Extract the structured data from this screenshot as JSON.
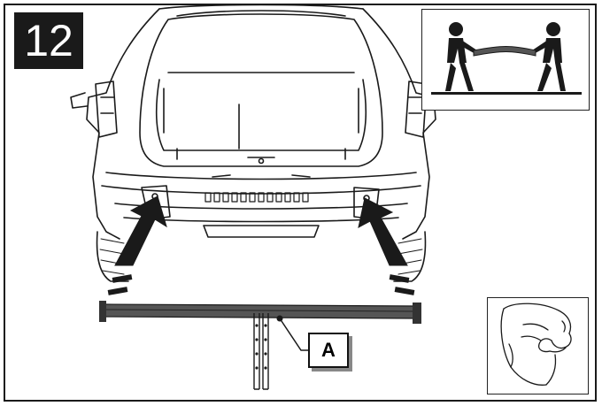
{
  "step": {
    "number": "12"
  },
  "callout": {
    "label": "A"
  },
  "insets": {
    "people": {
      "icon": "two-people-carrying-bar"
    },
    "hand": {
      "icon": "hand-pinch"
    }
  },
  "colors": {
    "ink": "#1a1a1a",
    "bar": "#4a4a4a",
    "badge_bg": "#1a1a1a",
    "badge_text": "#ffffff"
  }
}
